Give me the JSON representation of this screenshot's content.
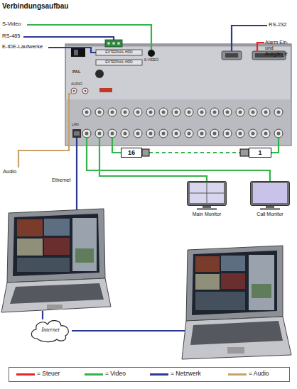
{
  "diagram": {
    "title": "Verbindungsaufbau",
    "nodes": [
      {
        "text": [
          "EXTERNAL HDD",
          "EXTERNAL HDD",
          "S-VIDEO",
          "PAL",
          "AUDIO",
          "LAN"
        ]
      },
      {
        "text": [
          "16"
        ]
      },
      {
        "text": [
          "1"
        ]
      },
      {
        "text": [
          "Main Monitor"
        ]
      },
      {
        "text": [
          "Call Monitor"
        ]
      },
      {
        "text": [
          "Internet"
        ]
      }
    ],
    "edges": [
      {
        "from": 0,
        "to": 1,
        "arrow": "none"
      },
      {
        "from": 0,
        "to": 2,
        "arrow": "none"
      },
      {
        "from": 0,
        "to": 3,
        "arrow": "none"
      },
      {
        "from": 0,
        "to": 4,
        "arrow": "none"
      }
    ],
    "labels": [
      "S-Video",
      "RS-485",
      "E-IDE-Laufwerke",
      "RS-232",
      "Alarm Ein- und Ausgänge",
      "Audio",
      "Ethernet"
    ],
    "legend": [
      {
        "text": "= Steuer",
        "color": "#e5252a"
      },
      {
        "text": "= Video",
        "color": "#36b24a"
      },
      {
        "text": "= Netzwerk",
        "color": "#2b3a8f"
      },
      {
        "text": "= Audio",
        "color": "#c9a06a"
      }
    ]
  }
}
